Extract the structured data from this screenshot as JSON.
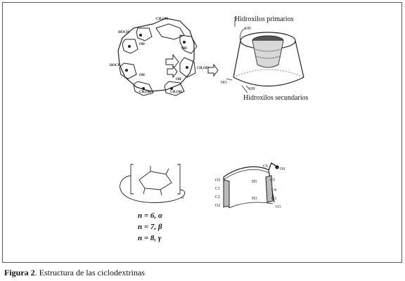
{
  "figure": {
    "caption_label": "Figura 2",
    "caption_text": ". Estructura de las ciclodextrinas"
  },
  "cone_diagram": {
    "primary_label": "Hidroxilos primarios",
    "secondary_label": "Hidroxilos secundarios",
    "oh_top": "OH",
    "ho_left": "HO",
    "oh_bottom": "OH"
  },
  "ring_diagram": {
    "hoch2": "HOCH",
    "ch2oh_top": "CH₂OH",
    "ch2oh_right": "CH₂OH",
    "oh": "OH"
  },
  "repeat_unit": {
    "n_label": "n",
    "n_values": [
      "n = 6, α",
      "n = 7, β",
      "n = 8, γ"
    ]
  },
  "atom_diagram": {
    "labels": [
      "C6",
      "O6",
      "O5",
      "C1",
      "C2",
      "O2",
      "H5",
      "C5",
      "C4",
      "H3",
      "C3",
      "O3"
    ]
  }
}
